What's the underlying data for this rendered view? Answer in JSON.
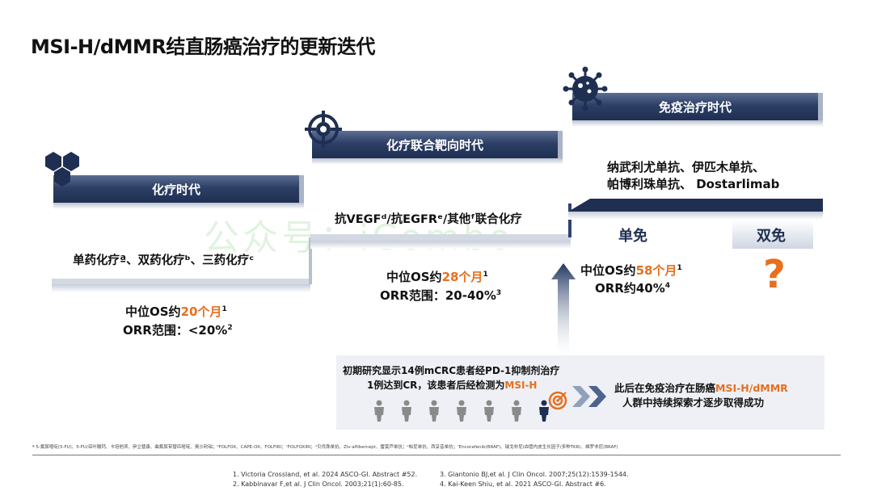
{
  "title": "MSI-H/dMMR结直肠癌治疗的更新迭代",
  "watermark": "公众号：iCombo",
  "eras": {
    "chemo": {
      "label": "化疗时代",
      "regimen": "单药化疗ª、双药化疗ᵇ、三药化疗ᶜ",
      "os_prefix": "中位OS约",
      "os_value": "20个月",
      "os_ref": "1",
      "orr": "ORR范围：<20%",
      "orr_ref": "2"
    },
    "targeted": {
      "label": "化疗联合靶向时代",
      "regimen": "抗VEGFᵈ/抗EGFRᵉ/其他ᶠ联合化疗",
      "os_prefix": "中位OS约",
      "os_value": "28个月",
      "os_ref": "1",
      "orr": "ORR范围：20-40%",
      "orr_ref": "3"
    },
    "immuno": {
      "label": "免疫治疗时代",
      "drugs_line1": "纳武利尤单抗、伊匹木单抗、",
      "drugs_line2": "帕博利珠单抗、 Dostarlimab",
      "mono_label": "单免",
      "dual_label": "双免",
      "question": "?",
      "os_prefix": "中位OS约",
      "os_value": "58个月",
      "os_ref": "1",
      "orr": "ORR约40%",
      "orr_ref": "4"
    }
  },
  "bottom": {
    "left_line1": "初期研究显示14例mCRC患者经PD-1抑制剂治疗",
    "left_line2_prefix": "1例达到CR，该患者后经检测为",
    "left_line2_highlight": "MSI-H",
    "right_line1_prefix": "此后在免疫治疗在肠癌",
    "right_line1_highlight": "MSI-H/dMMR",
    "right_line2": "人群中持续探索才逐步取得成功"
  },
  "footnote": "ª 5-氟尿嘧啶(5-FU)、5-FU/亚叶酸钙、卡培他滨、伊立替康、曲氟尿苷替匹嘧啶、奥沙利铂；ᵇFOLFOX、CAPE-OX、FOLFIRI；ᶜFOLFOXIRI；ᵈ贝伐珠单抗、Ziv-aflibercept、雷莫芦单抗；ᵉ帕尼单抗、西妥昔单抗；ᶠEncorafenib(BRAF)、瑞戈非尼(血管内皮生长因子/多种TKR)、维罗非尼(BRAF)",
  "references": [
    "1.    Victoria Crossland, et al. 2024 ASCO-GI. Abstract #52.",
    "2.    Kabbinavar F,et al. J Clin Oncol. 2003;21(1):60-85.",
    "3.    Giantonio BJ,et al. J Clin Oncol. 2007;25(12):1539-1544.",
    "4.    Kai-Keen Shiu, et al. 2021 ASCO-GI. Abstract #6."
  ],
  "colors": {
    "navy": "#1f2f52",
    "orange": "#e86f1e",
    "light_step": "#d3d9e3"
  }
}
